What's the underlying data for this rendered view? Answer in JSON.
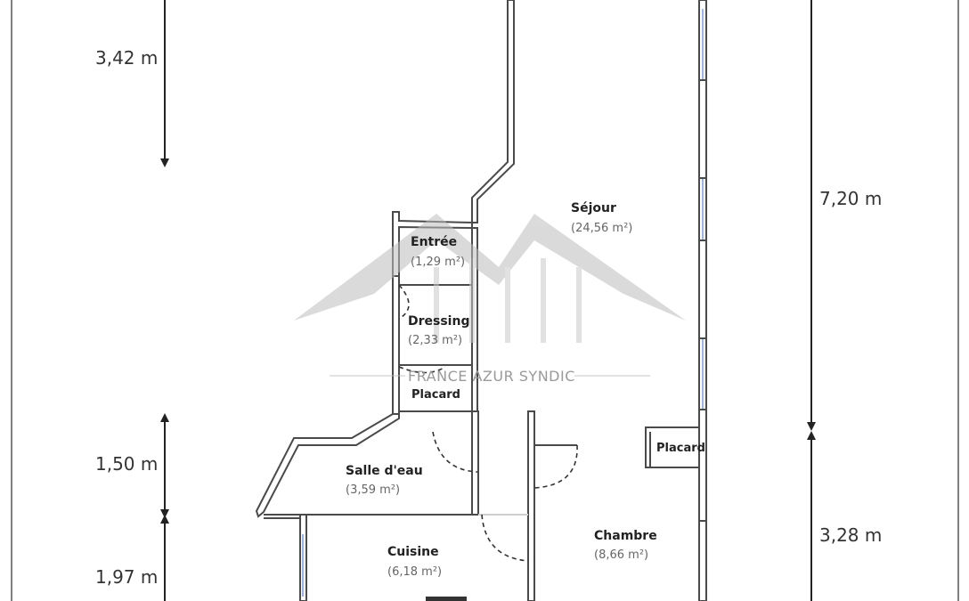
{
  "dimensions": {
    "left_top": "3,42 m",
    "left_middle": "1,50 m",
    "left_bottom": "1,97 m",
    "right_top": "7,20 m",
    "right_bottom": "3,28 m"
  },
  "rooms": {
    "sejour": {
      "name": "Séjour",
      "area": "(24,56 m²)"
    },
    "entree": {
      "name": "Entrée",
      "area": "(1,29 m²)"
    },
    "dressing": {
      "name": "Dressing",
      "area": "(2,33 m²)"
    },
    "placard_1": {
      "name": "Placard"
    },
    "salle_eau": {
      "name": "Salle d'eau",
      "area": "(3,59 m²)"
    },
    "placard_2": {
      "name": "Placard"
    },
    "cuisine": {
      "name": "Cuisine",
      "area": "(6,18 m²)"
    },
    "chambre": {
      "name": "Chambre",
      "area": "(8,66 m²)"
    }
  },
  "watermark": {
    "text": "FRANCE AZUR SYNDIC",
    "color": "#9a9a9a"
  }
}
